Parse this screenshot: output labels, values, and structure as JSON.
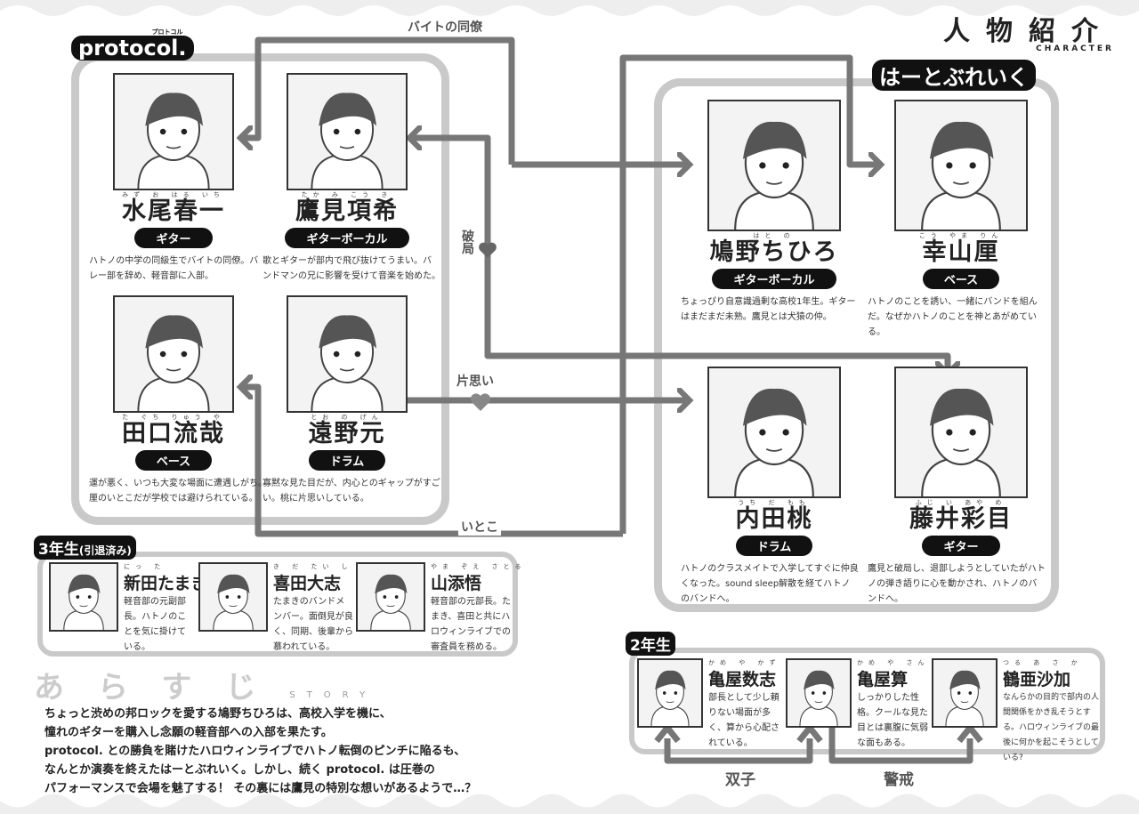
{
  "header": {
    "title": "人物紹介",
    "subtitle": "CHARACTER"
  },
  "bands": {
    "protocol": {
      "name": "protocol.",
      "ruby": "プロトコル"
    },
    "heartbreak": {
      "name": "はーとぶれいく"
    }
  },
  "protocol_members": [
    {
      "ruby": "みず お はる いち",
      "name": "水尾春一",
      "role": "ギター",
      "desc": "ハトノの中学の同級生でバイトの同僚。バレー部を辞め、軽音部に入部。"
    },
    {
      "ruby": "たか み こう き",
      "name": "鷹見項希",
      "role": "ギターボーカル",
      "desc": "歌とギターが部内で飛び抜けてうまい。バンドマンの兄に影響を受けて音楽を始めた。"
    },
    {
      "ruby": "た ぐち りゅう や",
      "name": "田口流哉",
      "role": "ベース",
      "desc": "運が悪く、いつも大変な場面に遭遇しがち。厘のいとこだが学校では避けられている。"
    },
    {
      "ruby": "とお の げん",
      "name": "遠野元",
      "role": "ドラム",
      "desc": "寡黙な見た目だが、内心とのギャップがすごい。桃に片思いしている。"
    }
  ],
  "heartbreak_members": [
    {
      "ruby": "はと の",
      "name": "鳩野ちひろ",
      "role": "ギターボーカル",
      "desc": "ちょっぴり自意識過剰な高校1年生。ギターはまだまだ未熟。鷹見とは犬猿の仲。"
    },
    {
      "ruby": "こう やま りん",
      "name": "幸山厘",
      "role": "ベース",
      "desc": "ハトノのことを誘い、一緒にバンドを組んだ。なぜかハトノのことを神とあがめている。"
    },
    {
      "ruby": "うち だ もも",
      "name": "内田桃",
      "role": "ドラム",
      "desc": "ハトノのクラスメイトで入学してすぐに仲良くなった。sound sleep解散を経てハトノのバンドへ。"
    },
    {
      "ruby": "ふじ い あや め",
      "name": "藤井彩目",
      "role": "ギター",
      "desc": "鷹見と破局し、退部しようとしていたがハトノの弾き語りに心を動かされ、ハトノのバンドへ。"
    }
  ],
  "relations": {
    "coworker": "バイトの同僚",
    "breakup": "破局",
    "crush": "片思い",
    "cousin": "いとこ",
    "twins": "双子",
    "wary": "警戒"
  },
  "third_years": {
    "label": "3年生",
    "note": "(引退済み)",
    "members": [
      {
        "ruby": "にっ た",
        "name": "新田たまき",
        "desc": "軽音部の元副部長。ハトノのことを気に掛けている。"
      },
      {
        "ruby": "き だ たい し",
        "name": "喜田大志",
        "desc": "たまきのバンドメンバー。面倒見が良く、同期、後輩から慕われている。"
      },
      {
        "ruby": "やま ぞえ さとる",
        "name": "山添悟",
        "desc": "軽音部の元部長。たまき、喜田と共にハロウィンライブでの審査員を務める。"
      }
    ]
  },
  "second_years": {
    "label": "2年生",
    "members": [
      {
        "ruby": "かめ や かず し",
        "name": "亀屋数志",
        "desc": "部長として少し頼りない場面が多く、算から心配されている。"
      },
      {
        "ruby": "かめ や さん",
        "name": "亀屋算",
        "desc": "しっかりした性格。クールな見た目とは裏腹に気弱な面もある。"
      },
      {
        "ruby": "つる あ さ か",
        "name": "鶴亜沙加",
        "desc": "なんらかの目的で部内の人間関係をかき乱そうとする。ハロウィンライブの最後に何かを起こそうとしている?"
      }
    ]
  },
  "story": {
    "title": "あらすじ",
    "subtitle": "STORY",
    "lines": [
      "ちょっと渋めの邦ロックを愛する鳩野ちひろは、高校入学を機に、",
      "憧れのギターを購入し念願の軽音部への入部を果たす。",
      "protocol. との勝負を賭けたハロウィンライブでハトノ転倒のピンチに陥るも、",
      "なんとか演奏を終えたはーとぶれいく。しかし、続く protocol. は圧巻の",
      "パフォーマンスで会場を魅了する！ その裏には鷹見の特別な想いがあるようで…？"
    ]
  },
  "colors": {
    "arrow": "#777777",
    "frame": "#c9c9c9",
    "label": "#111111"
  }
}
